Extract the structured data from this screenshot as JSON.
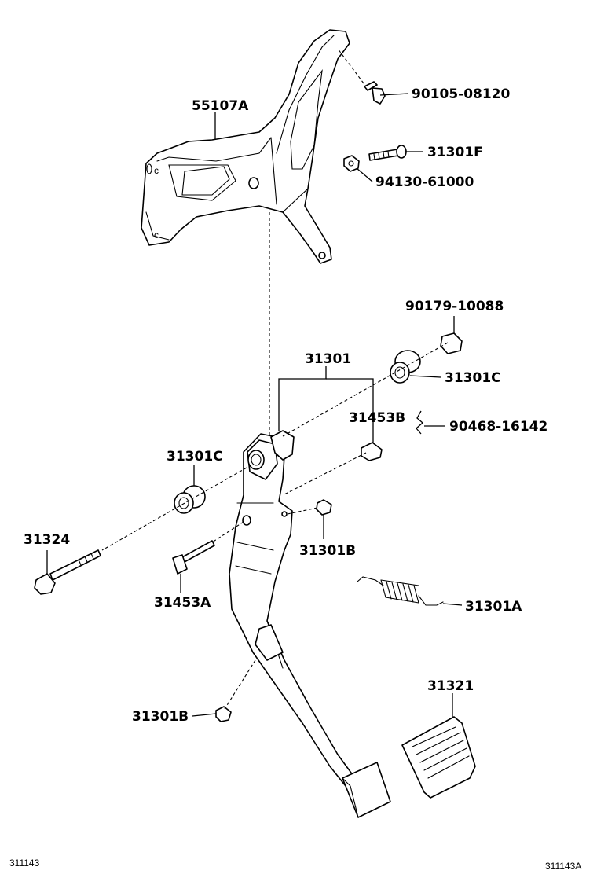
{
  "parts": {
    "p55107A": "55107A",
    "p90105_08120": "90105-08120",
    "p31301F": "31301F",
    "p94130_61000": "94130-61000",
    "p90179_10088": "90179-10088",
    "p31301": "31301",
    "p31301C_right": "31301C",
    "p31453B": "31453B",
    "p90468_16142": "90468-16142",
    "p31301C_left": "31301C",
    "p31324": "31324",
    "p31301B_mid": "31301B",
    "p31453A": "31453A",
    "p31301A": "31301A",
    "p31321": "31321",
    "p31301B_low": "31301B"
  },
  "footer": {
    "left_code": "311143",
    "right_code": "311143A"
  }
}
